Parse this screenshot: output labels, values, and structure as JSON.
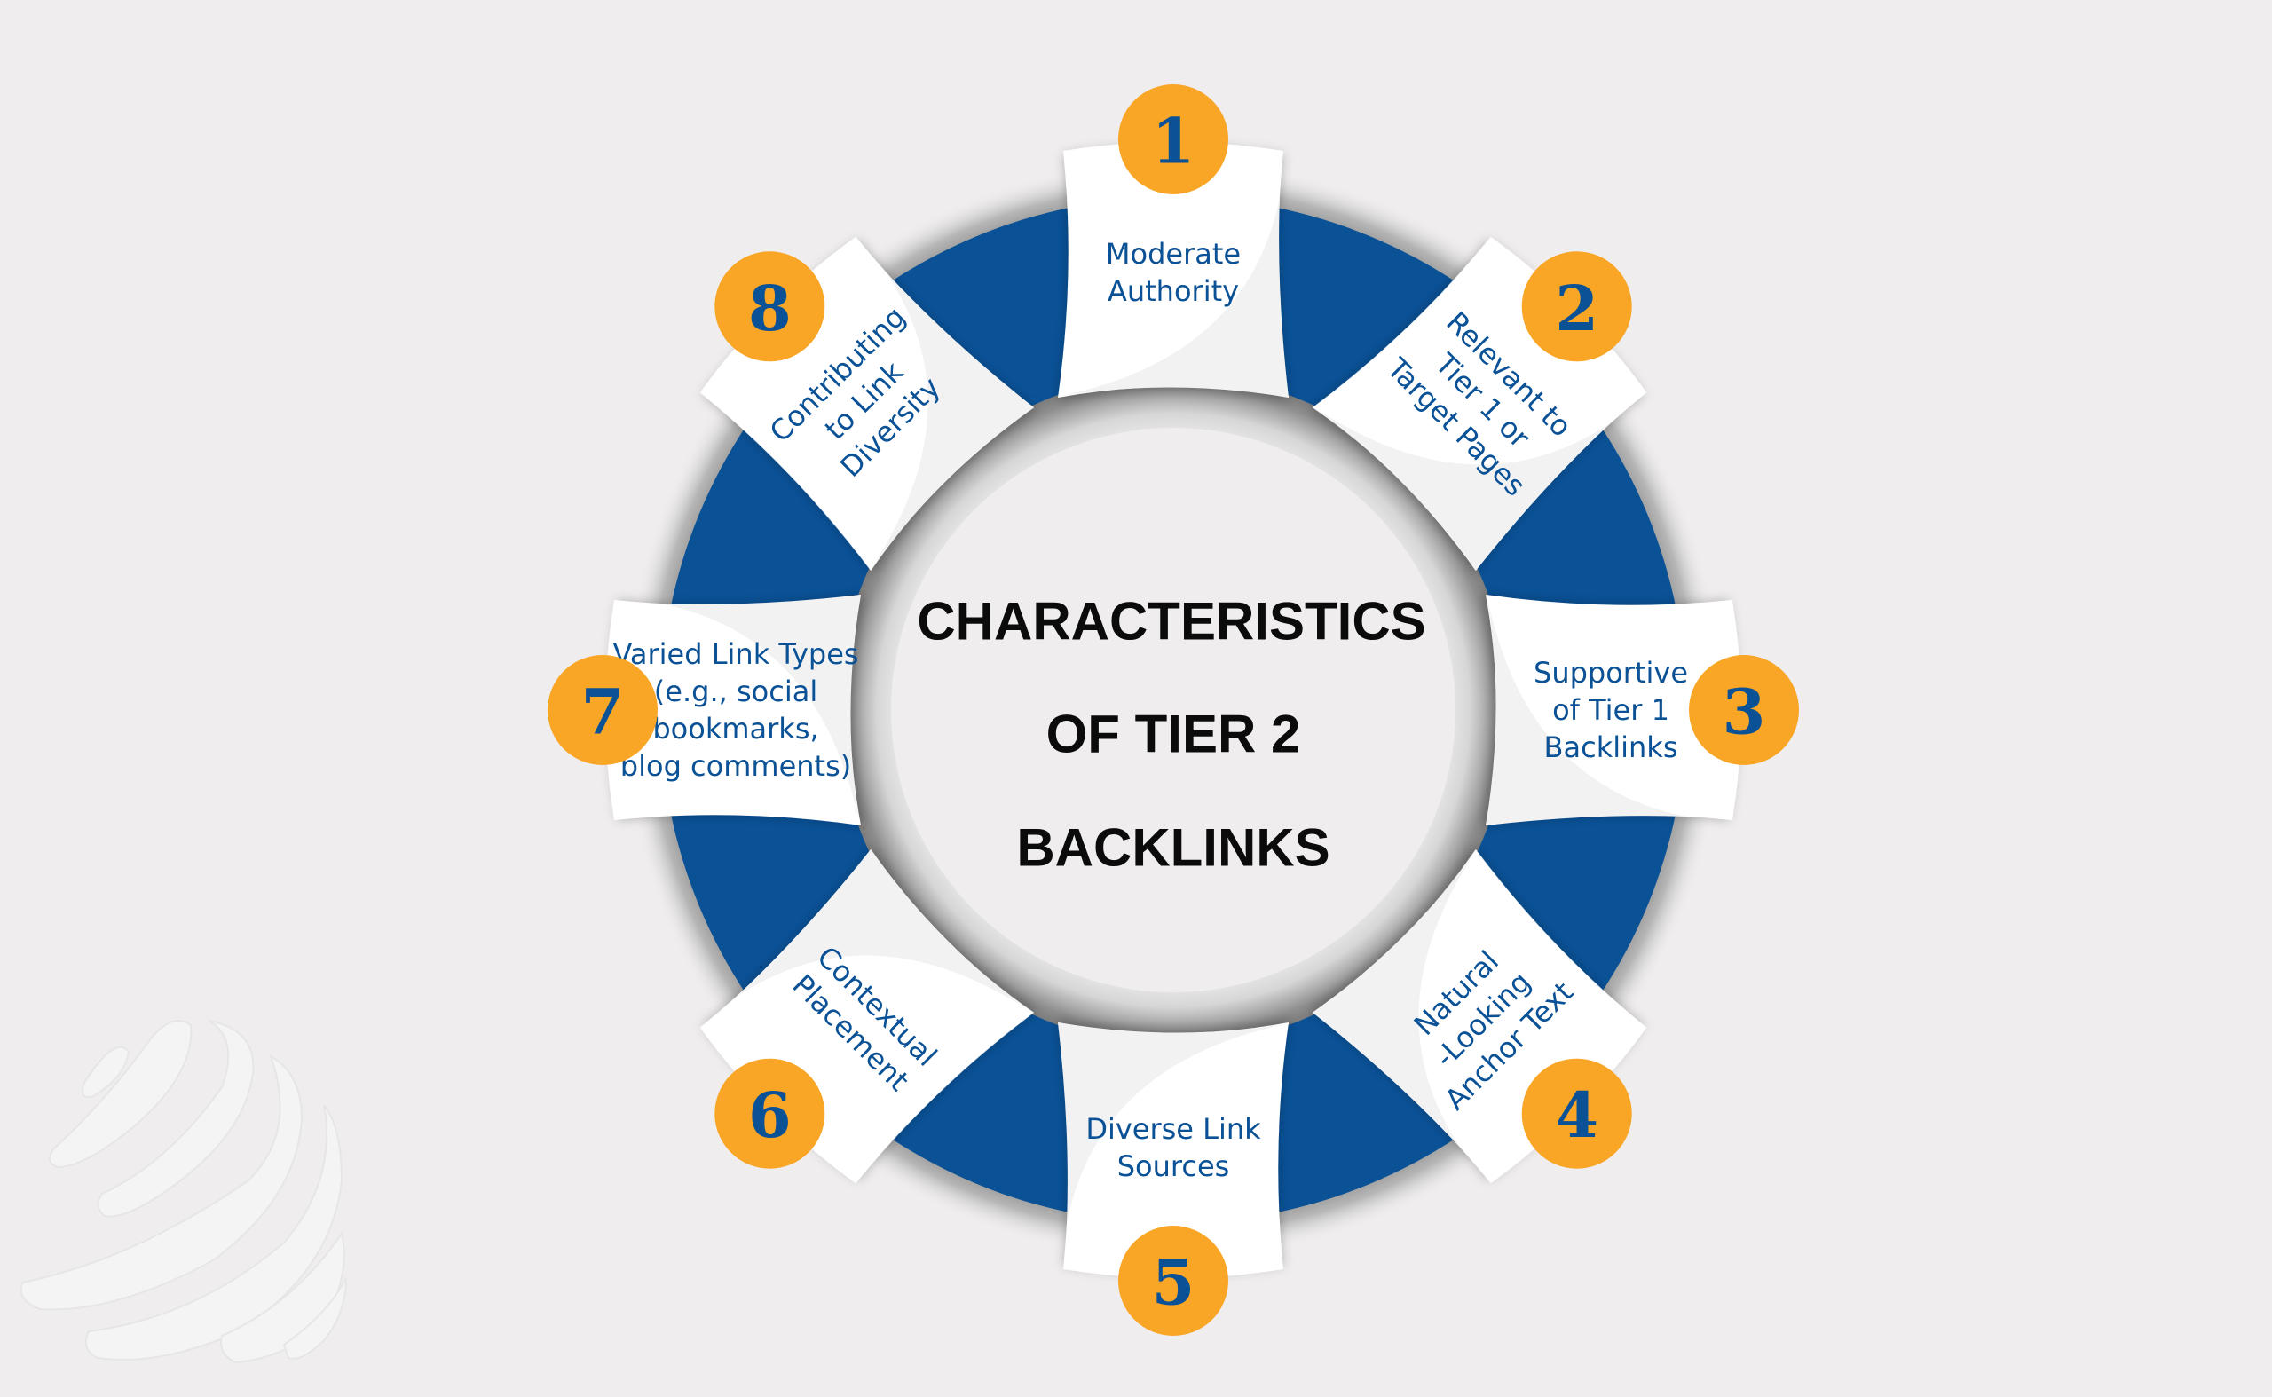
{
  "diagram": {
    "title_lines": [
      "CHARACTERISTICS",
      "OF TIER 2",
      "BACKLINKS"
    ],
    "colors": {
      "background": "#efedee",
      "ring": "#0a5196",
      "badge": "#f9a525",
      "number": "#0a5196",
      "card_text": "#0a5196",
      "title": "#0b0b0b",
      "card": "#ffffff"
    },
    "items": [
      {
        "number": "1",
        "lines": [
          "Moderate",
          "Authority"
        ]
      },
      {
        "number": "2",
        "lines": [
          "Relevant to",
          "Tier 1 or",
          "Target Pages"
        ]
      },
      {
        "number": "3",
        "lines": [
          "Supportive",
          "of Tier 1",
          "Backlinks"
        ]
      },
      {
        "number": "4",
        "lines": [
          "Natural",
          "-Looking",
          "Anchor Text"
        ]
      },
      {
        "number": "5",
        "lines": [
          "Diverse Link",
          "Sources"
        ]
      },
      {
        "number": "6",
        "lines": [
          "Contextual",
          "Placement"
        ]
      },
      {
        "number": "7",
        "lines": [
          "Varied Link Types",
          "(e.g., social",
          "bookmarks,",
          "blog comments)"
        ]
      },
      {
        "number": "8",
        "lines": [
          "Contributing",
          "to Link",
          "Diversity"
        ]
      }
    ],
    "watermark": "globe-logo"
  }
}
